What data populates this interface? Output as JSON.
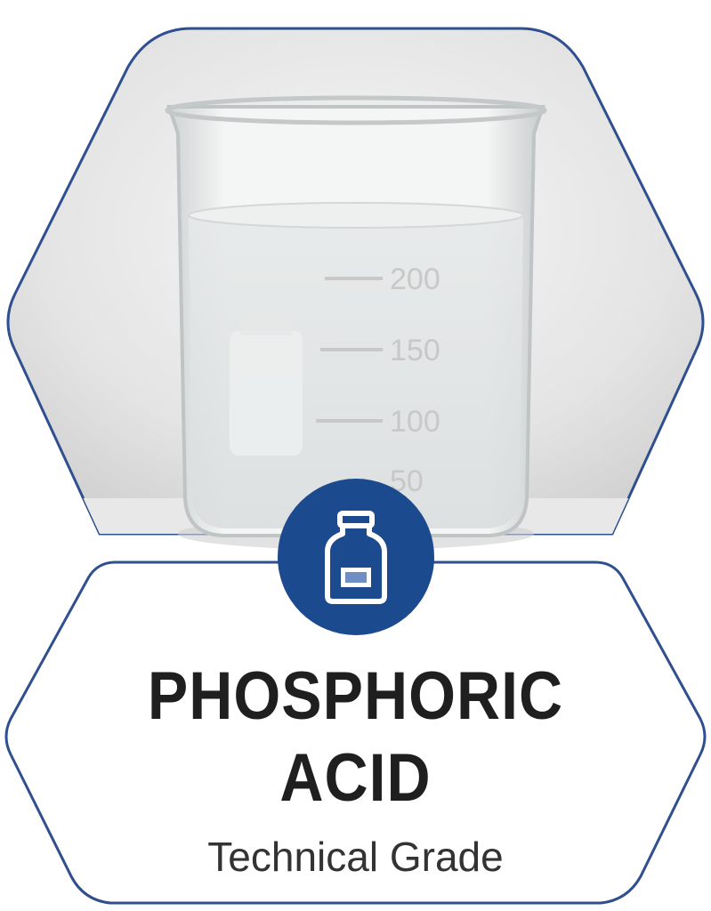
{
  "product": {
    "name_line_1": "PHOSPHORIC",
    "name_line_2": "ACID",
    "grade": "Technical Grade"
  },
  "beaker": {
    "graduations": [
      "200",
      "150",
      "100",
      "50"
    ]
  },
  "badge": {
    "icon": "bottle-icon",
    "color": "#1b4a8f"
  },
  "colors": {
    "outline": "#2f4f8f",
    "title": "#1f1f1f",
    "subtitle": "#333333"
  }
}
